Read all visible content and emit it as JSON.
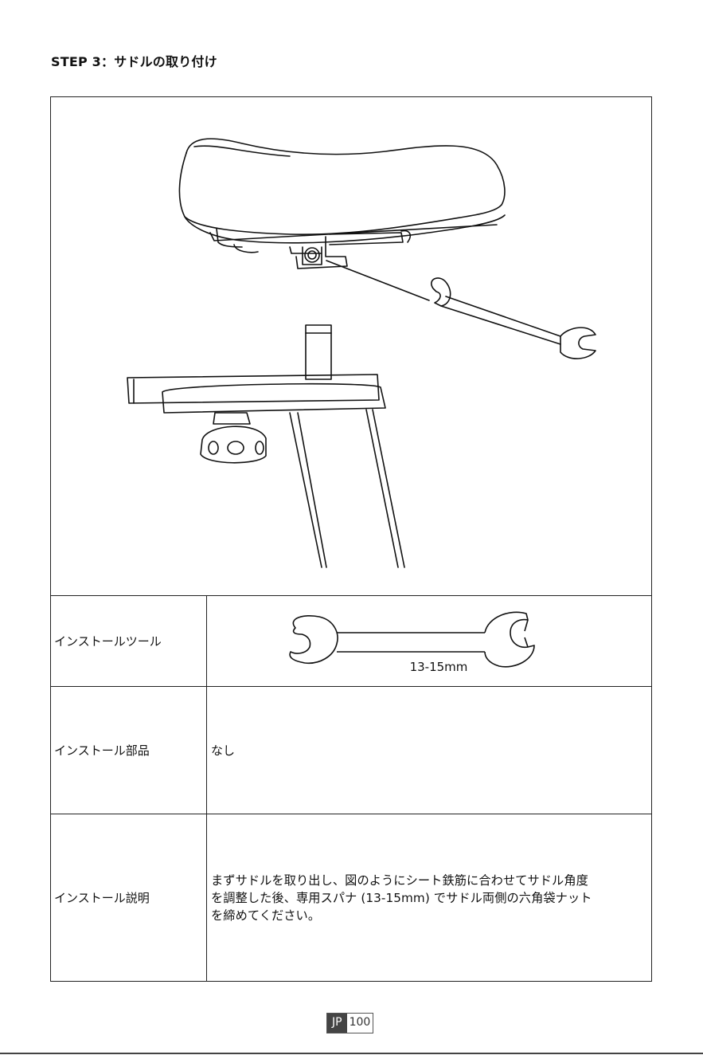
{
  "header": {
    "step_title": "STEP 3：サドルの取り付け"
  },
  "table": {
    "rows": [
      {
        "label": "インストールツール",
        "tool_size": "13-15mm"
      },
      {
        "label": "インストール部品",
        "value": "なし"
      },
      {
        "label": "インストール説明",
        "lines": [
          "まずサドルを取り出し、図のようにシート鉄筋に合わせてサドル角度",
          "を調整した後、専用スパナ (13-15mm) でサドル両側の六角袋ナット",
          "を締めてください。"
        ]
      }
    ]
  },
  "footer": {
    "lang": "JP",
    "page": "100"
  },
  "icons": {
    "figure": "saddle-assembly-illustration",
    "tool": "wrench-icon"
  }
}
